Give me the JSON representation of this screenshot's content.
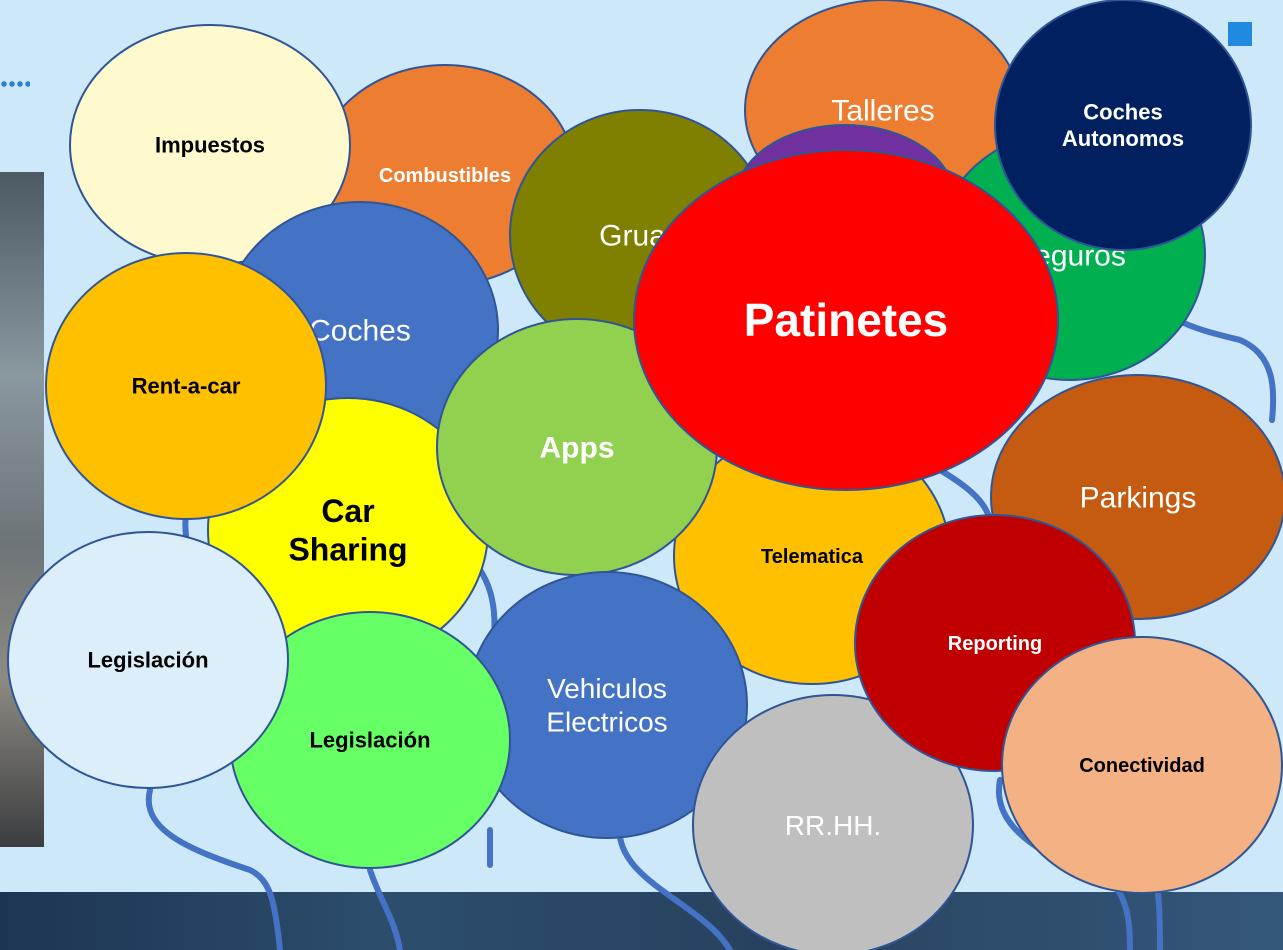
{
  "bubbles": [
    {
      "label": "Combustibles",
      "fill": "#ed7d31",
      "text_color": "#ffffff",
      "bold": true
    },
    {
      "label": "Impuestos",
      "fill": "#fffacd",
      "text_color": "#000000",
      "bold": true
    },
    {
      "label": "Coches",
      "fill": "#4472c4",
      "text_color": "#ffffff",
      "bold": false
    },
    {
      "label": "Talleres",
      "fill": "#ed7d31",
      "text_color": "#ffffff",
      "bold": false
    },
    {
      "label": "Seguros",
      "fill": "#00b050",
      "text_color": "#ffffff",
      "bold": false
    },
    {
      "label": "Gruas",
      "fill": "#808000",
      "text_color": "#ffffff",
      "bold": false
    },
    {
      "label": "",
      "fill": "#7030a0",
      "text_color": "#ffffff",
      "bold": false
    },
    {
      "label": "Parkings",
      "fill": "#c55a11",
      "text_color": "#ffffff",
      "bold": false
    },
    {
      "label": "Telematica",
      "fill": "#ffc000",
      "text_color": "#000000",
      "bold": true
    },
    {
      "label": "Car Sharing",
      "fill": "#ffff00",
      "text_color": "#000000",
      "bold": true
    },
    {
      "label": "Apps",
      "fill": "#92d050",
      "text_color": "#ffffff",
      "bold": true
    },
    {
      "label": "Patinetes",
      "fill": "#ff0000",
      "text_color": "#ffffff",
      "bold": true
    },
    {
      "label": "Rent-a-car",
      "fill": "#ffc000",
      "text_color": "#000000",
      "bold": true
    },
    {
      "label": "Vehiculos Electricos",
      "fill": "#4472c4",
      "text_color": "#ffffff",
      "bold": false
    },
    {
      "label": "RR.HH.",
      "fill": "#bfbfbf",
      "text_color": "#ffffff",
      "bold": false
    },
    {
      "label": "Legislación",
      "fill": "#66ff66",
      "text_color": "#000000",
      "bold": true
    },
    {
      "label": "Legislación",
      "fill": "#dbeefa",
      "text_color": "#000000",
      "bold": true
    },
    {
      "label": "Reporting",
      "fill": "#c00000",
      "text_color": "#ffffff",
      "bold": true
    },
    {
      "label": "Conectividad",
      "fill": "#f4b183",
      "text_color": "#000000",
      "bold": true
    },
    {
      "label": "Coches Autonomos",
      "fill": "#002060",
      "text_color": "#ffffff",
      "bold": true
    }
  ],
  "colors": {
    "background": "#cde8f8",
    "bubble_outline": "#2f5597",
    "string": "#4472c4"
  }
}
